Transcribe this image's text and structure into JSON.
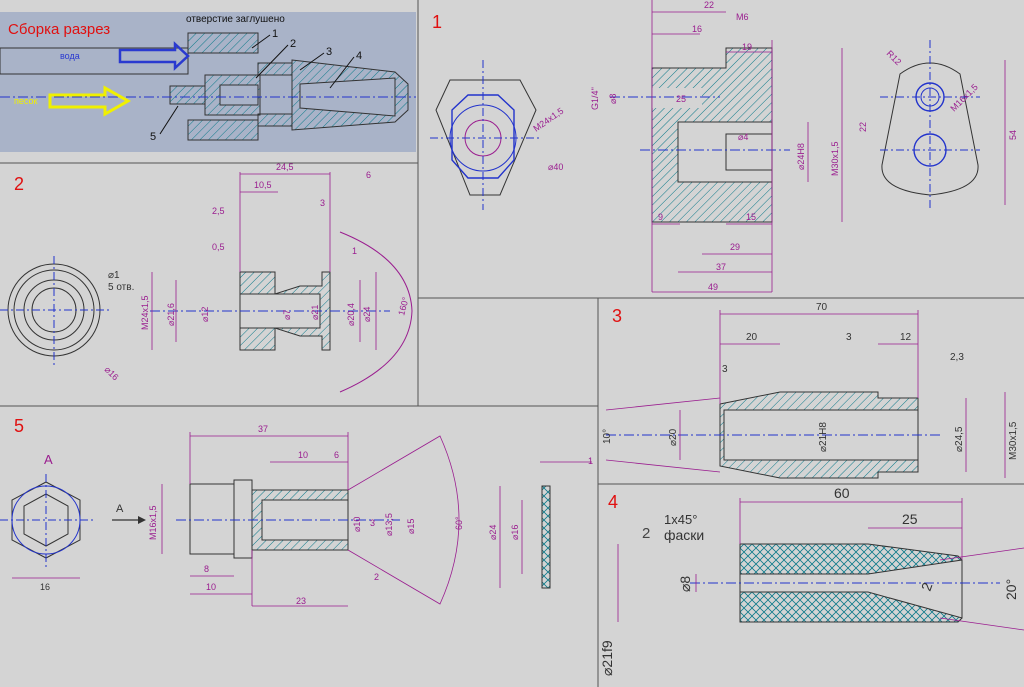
{
  "assembly": {
    "title": "Сборка разрез",
    "note": "отверстие заглушено",
    "water_label": "вода",
    "sand_label": "песок",
    "callouts": [
      "1",
      "2",
      "3",
      "4",
      "5"
    ]
  },
  "part1": {
    "number": "1",
    "dims": {
      "d22": "22",
      "m6": "M6",
      "d16": "16",
      "d19": "19",
      "g14": "G1/4''",
      "d8": "⌀8",
      "d25": "25",
      "d4": "⌀4",
      "d24h8": "⌀24H8",
      "m30": "M30x1,5",
      "d9": "9",
      "d15": "15",
      "d29": "29",
      "d37": "37",
      "d49": "49",
      "m24": "M24x1,5",
      "d40": "⌀40",
      "r12": "R12",
      "m16": "M16x1,5",
      "d22b": "22",
      "d54": "54"
    }
  },
  "part2": {
    "number": "2",
    "dims": {
      "d245": "24,5",
      "d6": "6",
      "d105": "10,5",
      "d25": "2,5",
      "d3": "3",
      "d05": "0,5",
      "d1": "1",
      "holes": "⌀1",
      "holes_count": "5 отв.",
      "d16": "⌀16",
      "m24": "M24x1,5",
      "d216": "⌀21,6",
      "d12": "⌀12",
      "d7": "⌀7",
      "d21": "⌀21",
      "d204": "⌀20,4",
      "d24": "⌀24",
      "angle": "160°"
    }
  },
  "part3": {
    "number": "3",
    "dims": {
      "d70": "70",
      "d20": "20",
      "d3a": "3",
      "d12": "12",
      "d23": "2,3",
      "d3b": "3",
      "angle": "10°",
      "d20b": "⌀20",
      "d21h8": "⌀21H8",
      "d245": "⌀24,5",
      "m30": "M30x1,5"
    }
  },
  "part4": {
    "number": "4",
    "chamfer_count": "2",
    "chamfer": "1x45°",
    "chamfer_label": "фаски",
    "dims": {
      "d60": "60",
      "d25": "25",
      "d8": "⌀8",
      "d21f9": "⌀21f9",
      "d20deg": "20°",
      "d2": "2"
    }
  },
  "part5": {
    "number": "5",
    "view_label": "A",
    "arrow_label": "A",
    "dims": {
      "d37": "37",
      "d10": "10",
      "d6": "6",
      "d1": "1",
      "m16": "M16x1,5",
      "d10b": "⌀10",
      "d3": "3",
      "d135": "⌀13,5",
      "d15": "⌀15",
      "angle": "60°",
      "d8": "8",
      "d10c": "10",
      "d2": "2",
      "d23": "23",
      "d16": "16",
      "d24": "⌀24",
      "d16b": "⌀16"
    }
  },
  "colors": {
    "background": "#d4d4d4",
    "assembly_bg": "#a9b3c8",
    "dimension": "#9a1d8f",
    "centerline": "#2233cc",
    "label_red": "#e01010",
    "hatch": "#0d7a8a",
    "outline": "#3a3a3a",
    "arrow_water": "#2a3ad0",
    "arrow_sand": "#f0f000"
  }
}
